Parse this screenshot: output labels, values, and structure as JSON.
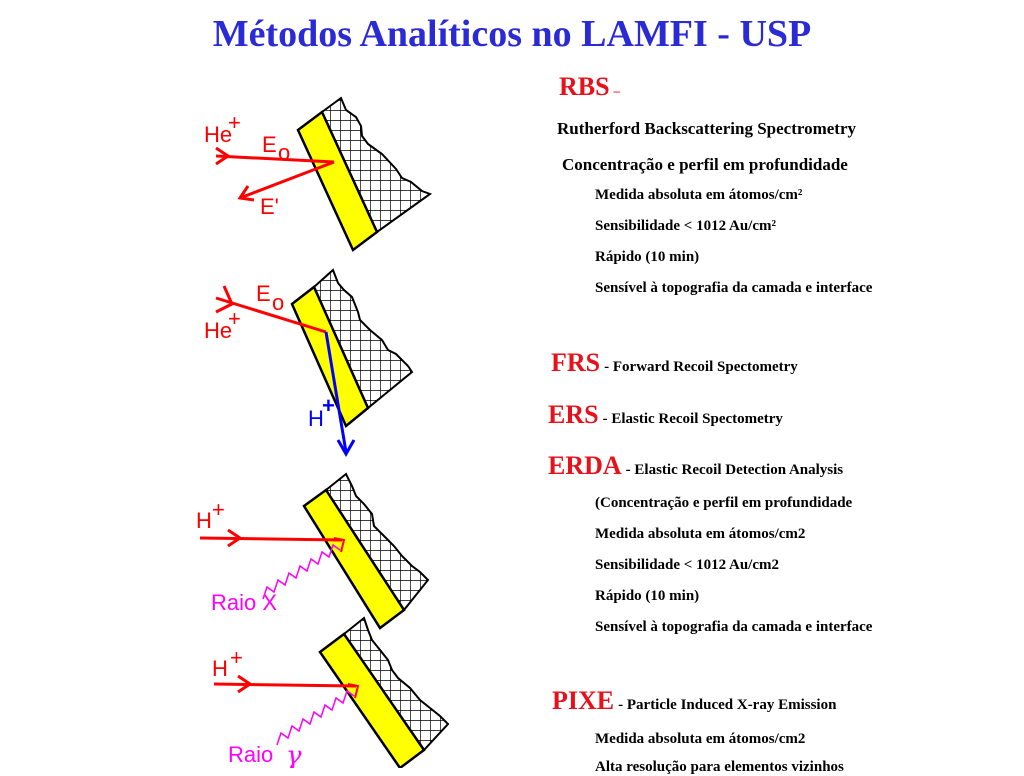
{
  "title": "Métodos Analíticos no LAMFI - USP",
  "colors": {
    "title": "#2b2bd6",
    "acronym": "#e8101a",
    "beam": "#ff0000",
    "recoil": "#0000ff",
    "raio": "#ff00ff",
    "sample": "#ffff00"
  },
  "diagram_labels": {
    "d1": {
      "he": "He",
      "plus": "+",
      "e0": "E",
      "zero": "o",
      "eprime": "E'"
    },
    "d2": {
      "e0": "E",
      "zero": "o",
      "he": "He",
      "plus": "+",
      "h": "H",
      "hplus": "+"
    },
    "d3": {
      "h": "H",
      "plus": "+",
      "raio": "Raio X"
    },
    "d4": {
      "h": "H",
      "plus": "+",
      "raio": "Raio",
      "gamma": "γ"
    }
  },
  "rbs": {
    "acronym": "RBS",
    "dash": "–",
    "name": "Rutherford Backscattering Spectrometry",
    "subtitle": "Concentração e perfil em profundidade",
    "items": [
      "Medida absoluta em átomos/cm²",
      "Sensibilidade < 1012 Au/cm²",
      "Rápido (10 min)",
      "Sensível à topografia da camada e interface"
    ]
  },
  "frs": {
    "acronym": "FRS",
    "desc": "- Forward Recoil Spectometry"
  },
  "ers": {
    "acronym": "ERS",
    "desc": "- Elastic Recoil Spectometry"
  },
  "erda": {
    "acronym": "ERDA",
    "desc": "- Elastic Recoil Detection Analysis",
    "items": [
      "(Concentração e perfil em profundidade",
      "Medida absoluta em átomos/cm2",
      "Sensibilidade < 1012 Au/cm2",
      "Rápido (10 min)",
      "Sensível à topografia da camada e interface"
    ]
  },
  "pixe": {
    "acronym": "PIXE",
    "desc": "- Particle Induced X-ray Emission",
    "items": [
      "Medida absoluta em átomos/cm2",
      "Alta resolução para elementos vizinhos"
    ]
  }
}
